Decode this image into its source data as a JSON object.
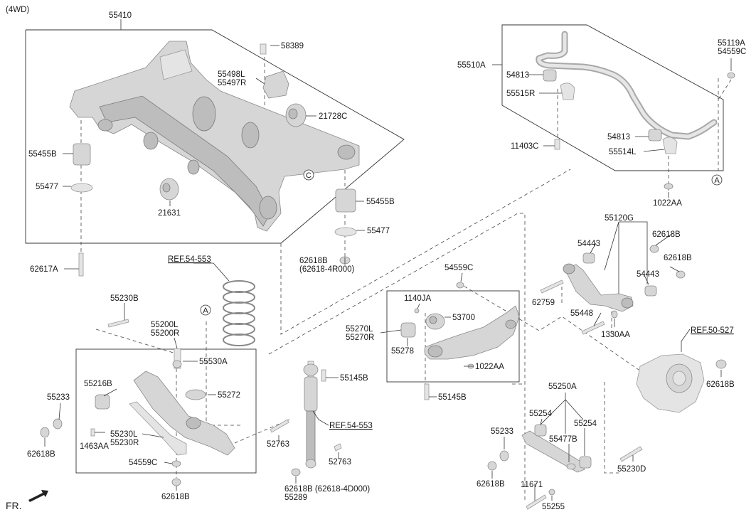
{
  "header": {
    "variant": "(4WD)"
  },
  "footer": {
    "front_label": "FR."
  },
  "labels": {
    "subframe": "55410",
    "bolt_58389": "58389",
    "bracket": "55498L\n55497R",
    "bushing_21728c": "21728C",
    "bushing_55455b_left": "55455B",
    "washer_55477_left": "55477",
    "bushing_21631": "21631",
    "bushing_55455b_right": "55455B",
    "washer_55477_right": "55477",
    "bolt_62617a": "62617A",
    "nut_62618b_center": "62618B\n(62618-4R000)",
    "stabilizer_bar": "55510A",
    "bushing_54813_top": "54813",
    "bracket_55515r": "55515R",
    "bolt_11403c": "11403C",
    "bushing_54813_bottom": "54813",
    "bracket_55514l": "55514L",
    "nut_1022aa_top": "1022AA",
    "link_55119a": "55119A\n54559C",
    "arm_55120g": "55120G",
    "bushing_54443_top": "54443",
    "nut_62618b_arm_top": "62618B",
    "nut_62618b_arm_right": "62618B",
    "bushing_54443_right": "54443",
    "bolt_62759": "62759",
    "nut_55448": "55448",
    "washer_1330aa": "1330AA",
    "ref_50_527": "REF.50-527",
    "nut_62618b_knuckle": "62618B",
    "spring_ref": "REF.54-553",
    "bolt_55230b": "55230B",
    "lower_arm": "55200L\n55200R",
    "stab_link_55530a": "55530A",
    "bushing_55216b": "55216B",
    "spring_seat_55272": "55272",
    "washer_55233_left": "55233",
    "arm_55230": "55230L\n55230R",
    "bolt_1463aa": "1463AA",
    "nut_62618b_left": "62618B",
    "nut_54559c_lower": "54559C",
    "nut_62618b_bottom": "62618B",
    "bolt_52763_a": "52763",
    "bolt_55145b_top": "55145B",
    "shock_ref": "REF.54-553",
    "bolt_52763_b": "52763",
    "nut_shock_bottom": "62618B (62618-4D000)\n55289",
    "nut_54559c_mid": "54559C",
    "bolt_1140ja": "1140JA",
    "bushing_53700": "53700",
    "trailing_arm": "55270L\n55270R",
    "bushing_55278": "55278",
    "nut_1022aa_mid": "1022AA",
    "bolt_55145b_bottom": "55145B",
    "arm_55250a": "55250A",
    "bushing_55254_a": "55254",
    "washer_55233_right": "55233",
    "bushing_55254_b": "55254",
    "washer_55477b": "55477B",
    "bolt_55230d": "55230D",
    "nut_62618b_lower_right": "62618B",
    "bolt_11671": "11671",
    "washer_55255": "55255"
  },
  "callouts": {
    "a": "A",
    "c": "C"
  }
}
